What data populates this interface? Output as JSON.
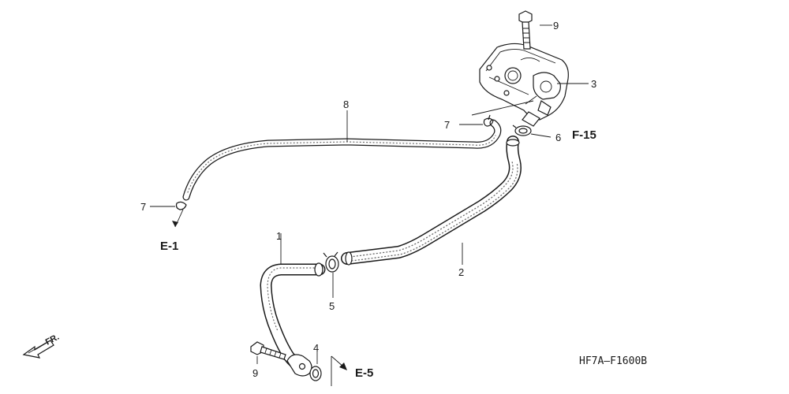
{
  "callouts": {
    "p1": "1",
    "p2": "2",
    "p3": "3",
    "p4": "4",
    "p5": "5",
    "p6": "6",
    "p7a": "7",
    "p7b": "7",
    "p8": "8",
    "p9a": "9",
    "p9b": "9"
  },
  "sections": {
    "e1": "E-1",
    "e5": "E-5",
    "f15": "F-15"
  },
  "drawing_code": "HF7A–F1600B",
  "direction_label": "FR."
}
